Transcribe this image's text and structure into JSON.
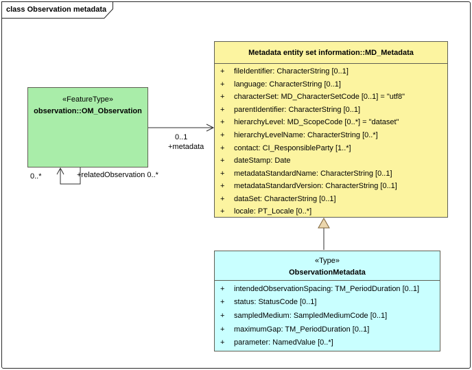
{
  "frame": {
    "title": "class Observation metadata"
  },
  "om_observation": {
    "stereotype": "«FeatureType»",
    "name": "observation::OM_Observation"
  },
  "md_metadata": {
    "name": "Metadata entity set information::MD_Metadata",
    "attributes": [
      {
        "vis": "+",
        "text": "fileIdentifier: CharacterString [0..1]"
      },
      {
        "vis": "+",
        "text": "language: CharacterString [0..1]"
      },
      {
        "vis": "+",
        "text": "characterSet: MD_CharacterSetCode [0..1] = \"utf8\""
      },
      {
        "vis": "+",
        "text": "parentIdentifier: CharacterString [0..1]"
      },
      {
        "vis": "+",
        "text": "hierarchyLevel: MD_ScopeCode [0..*] = \"dataset\""
      },
      {
        "vis": "+",
        "text": "hierarchyLevelName: CharacterString [0..*]"
      },
      {
        "vis": "+",
        "text": "contact: CI_ResponsibleParty [1..*]"
      },
      {
        "vis": "+",
        "text": "dateStamp: Date"
      },
      {
        "vis": "+",
        "text": "metadataStandardName: CharacterString [0..1]"
      },
      {
        "vis": "+",
        "text": "metadataStandardVersion: CharacterString [0..1]"
      },
      {
        "vis": "+",
        "text": "dataSet: CharacterString [0..1]"
      },
      {
        "vis": "+",
        "text": "locale: PT_Locale [0..*]"
      }
    ]
  },
  "observation_metadata": {
    "stereotype": "«Type»",
    "name": "ObservationMetadata",
    "attributes": [
      {
        "vis": "+",
        "text": "intendedObservationSpacing: TM_PeriodDuration [0..1]"
      },
      {
        "vis": "+",
        "text": "status: StatusCode [0..1]"
      },
      {
        "vis": "+",
        "text": "sampledMedium: SampledMediumCode [0..1]"
      },
      {
        "vis": "+",
        "text": "maximumGap: TM_PeriodDuration [0..1]"
      },
      {
        "vis": "+",
        "text": "parameter: NamedValue [0..*]"
      }
    ]
  },
  "relations": {
    "metadata": {
      "multiplicity": "0..1",
      "role": "+metadata"
    },
    "related_observation": {
      "source_multiplicity": "0..*",
      "label": "+relatedObservation 0..*"
    }
  },
  "colors": {
    "feature_type_fill": "#A9EDA9",
    "metadata_fill": "#FCF4A0",
    "type_fill": "#C9FFFF",
    "generalization_arrow_fill": "#EBD6AD"
  }
}
